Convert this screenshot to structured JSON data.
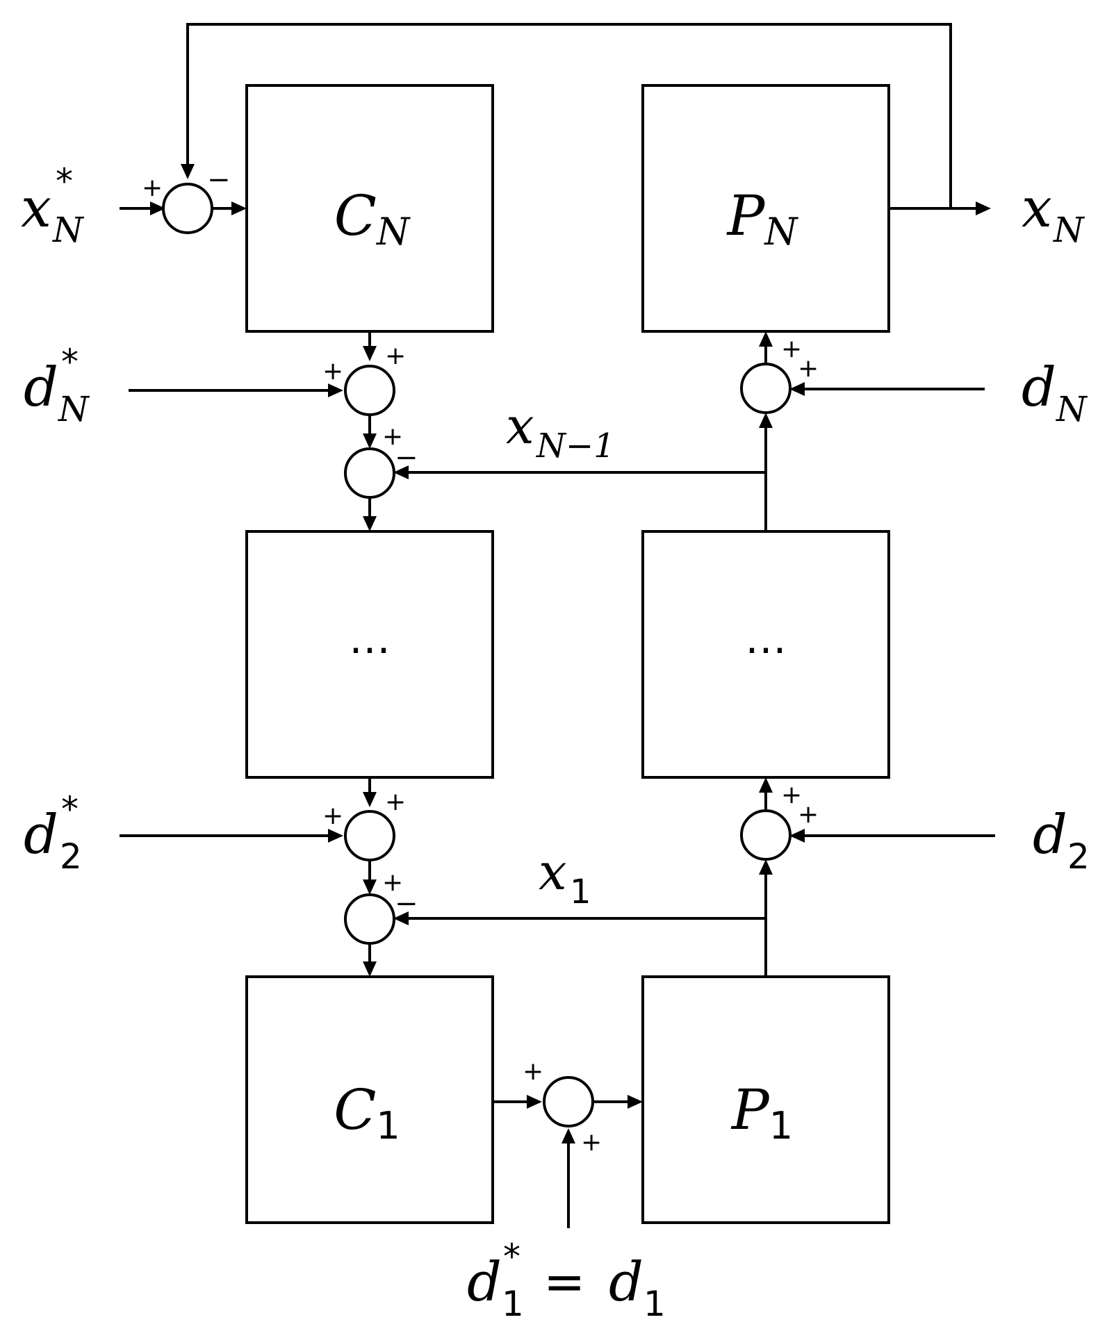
{
  "blocks": {
    "cn": {
      "sym": "C",
      "sub": "N"
    },
    "pn": {
      "sym": "P",
      "sub": "N"
    },
    "c_mid": {
      "text": "⋯"
    },
    "p_mid": {
      "text": "⋯"
    },
    "c1": {
      "sym": "C",
      "sub": "1"
    },
    "p1": {
      "sym": "P",
      "sub": "1"
    }
  },
  "signals": {
    "xn_ref": {
      "sym": "x",
      "sup": "*",
      "sub": "N"
    },
    "xn_out": {
      "sym": "x",
      "sub": "N"
    },
    "dn_ref": {
      "sym": "d",
      "sup": "*",
      "sub": "N"
    },
    "dn": {
      "sym": "d",
      "sub": "N"
    },
    "xn_minus_1": {
      "sym": "x",
      "sub": "N−1"
    },
    "d2_ref": {
      "sym": "d",
      "sup": "*",
      "sub": "2"
    },
    "d2": {
      "sym": "d",
      "sub": "2"
    },
    "x1": {
      "sym": "x",
      "sub": "1"
    },
    "d1": {
      "sym_a": "d",
      "sup_a": "*",
      "sub_a": "1",
      "eq": "=",
      "sym_b": "d",
      "sub_b": "1"
    }
  },
  "signs": {
    "top_plus": "+",
    "top_minus": "−",
    "sa_plus_left": "+",
    "sa_plus_top": "+",
    "sb_plus": "+",
    "sb_minus": "−",
    "sc_plus_top": "+",
    "sc_plus_right": "+",
    "sd_plus_left": "+",
    "sd_plus_top": "+",
    "se_plus": "+",
    "se_minus": "−",
    "sf_plus_top": "+",
    "sf_plus_right": "+",
    "sg_plus_left": "+",
    "sg_plus_bottom": "+"
  }
}
